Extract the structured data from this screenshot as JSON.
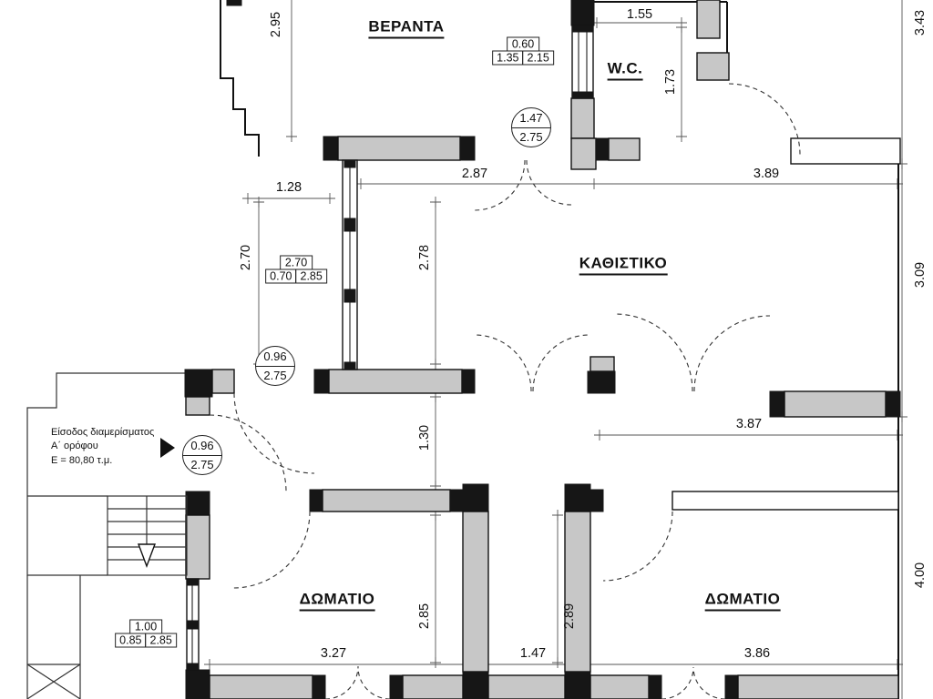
{
  "plan": {
    "rooms": {
      "veranda": "ΒΕΡΑΝΤΑ",
      "wc": "W.C.",
      "living_room": "ΚΑΘΙΣΤΙΚΟ",
      "bedroom_left": "ΔΩΜΑΤΙΟ",
      "bedroom_right": "ΔΩΜΑΤΙΟ"
    },
    "entrance_note": {
      "line1": "Είσοδος διαμερίσματος",
      "line2": "Α΄ ορόφου",
      "line3": "Ε = 80,80 τ.μ."
    },
    "door_tags": [
      {
        "width": "1.47",
        "height": "2.75"
      },
      {
        "width": "0.96",
        "height": "2.75"
      },
      {
        "width": "0.96",
        "height": "2.75"
      }
    ],
    "window_tags": [
      {
        "sill": "0.60",
        "width": "1.35",
        "height": "2.15"
      },
      {
        "sill": "2.70",
        "width": "0.70",
        "height": "2.85"
      },
      {
        "sill": "1.00",
        "width": "0.85",
        "height": "2.85"
      }
    ],
    "dims": {
      "top_left_v": "2.95",
      "wc_top": "1.55",
      "right_top_v": "3.43",
      "wc_side_v": "1.73",
      "living_top_w": "2.87",
      "right_top_w": "3.89",
      "veranda_w": "1.28",
      "veranda_v": "2.70",
      "living_left_v": "2.78",
      "right_mid_v": "3.09",
      "hall_v": "1.30",
      "living_bottom_w": "3.87",
      "bed1_v": "2.85",
      "mid_v": "2.89",
      "right_bottom_v": "4.00",
      "bed1_w": "3.27",
      "mid_w": "1.47",
      "bed2_w": "3.86"
    }
  }
}
